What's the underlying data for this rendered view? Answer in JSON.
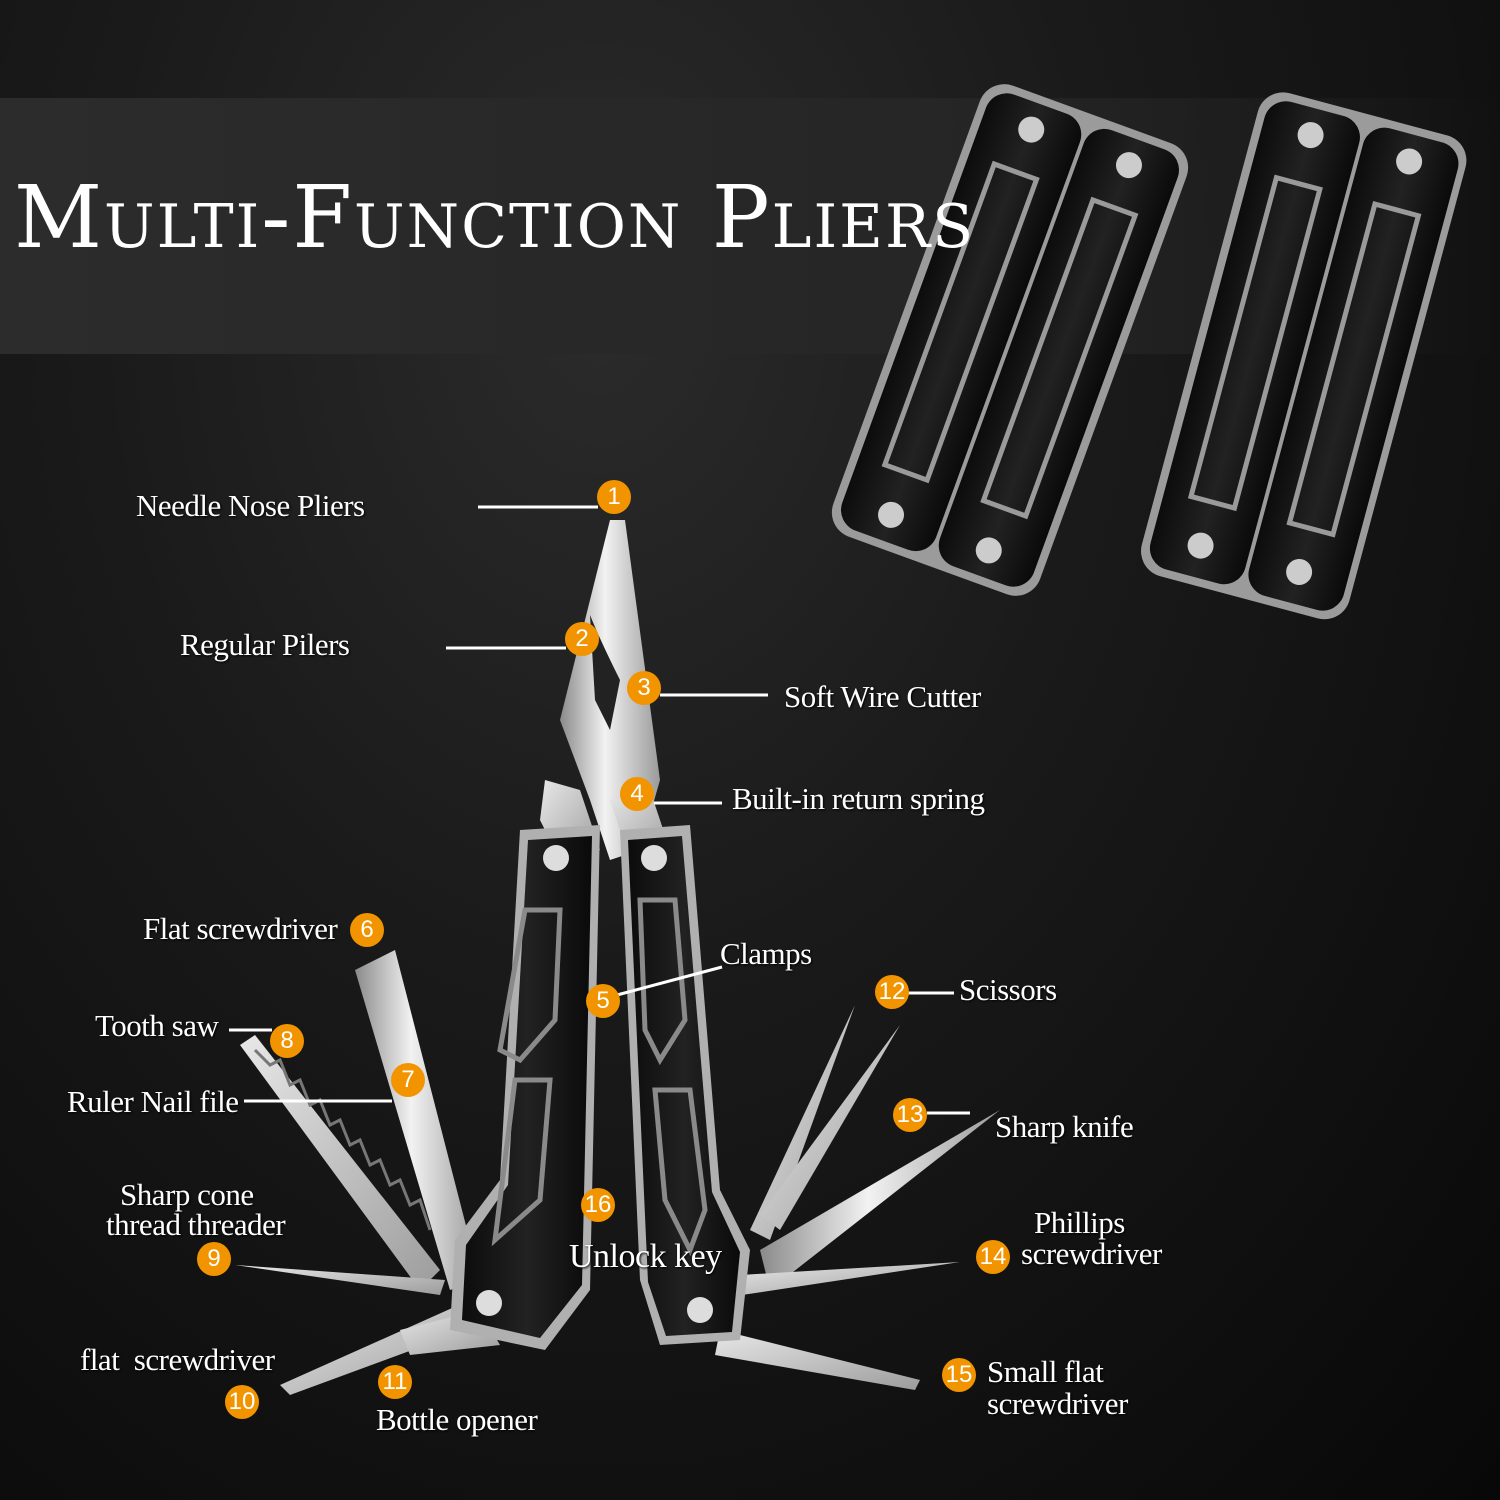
{
  "title": "Multi-Function Pliers",
  "labels": {
    "needle_nose": "Needle Nose Pliers",
    "regular": "Regular Pilers",
    "wire_cutter": "Soft Wire Cutter",
    "return_spring": "Built-in return spring",
    "flat_screwdriver_6": "Flat screwdriver",
    "clamps": "Clamps",
    "scissors": "Scissors",
    "tooth_saw": "Tooth saw",
    "ruler_nail_file": "Ruler Nail file",
    "sharp_knife": "Sharp knife",
    "sharp_cone_1": "Sharp cone",
    "sharp_cone_2": "thread threader",
    "phillips_1": "Phillips",
    "phillips_2": "screwdriver",
    "unlock_key": "Unlock key",
    "flat_screwdriver_10": "flat  screwdriver",
    "bottle_opener": "Bottle opener",
    "small_flat_1": "Small flat",
    "small_flat_2": "screwdriver"
  },
  "badges": {
    "b1": "1",
    "b2": "2",
    "b3": "3",
    "b4": "4",
    "b5": "5",
    "b6": "6",
    "b7": "7",
    "b8": "8",
    "b9": "9",
    "b10": "10",
    "b11": "11",
    "b12": "12",
    "b13": "13",
    "b14": "14",
    "b15": "15",
    "b16": "16"
  },
  "colors": {
    "badge": "#f29400",
    "background": "#111111"
  }
}
